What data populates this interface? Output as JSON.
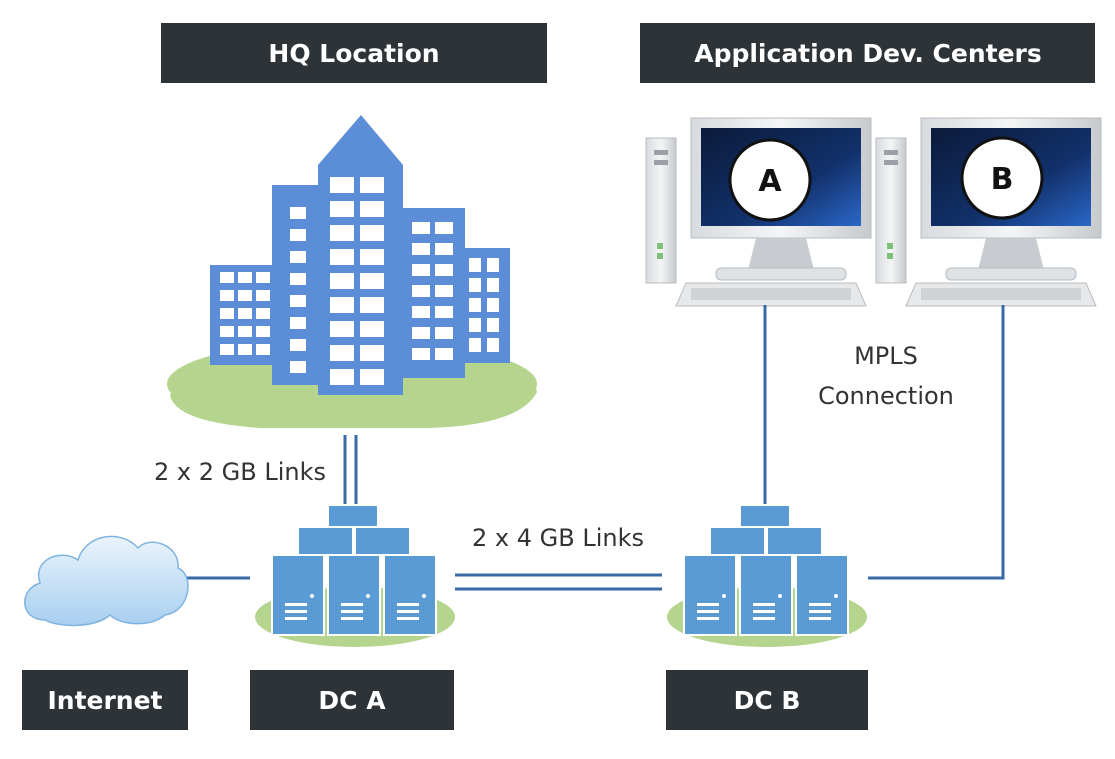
{
  "labels": {
    "hq": "HQ Location",
    "adc": "Application Dev. Centers",
    "internet": "Internet",
    "dc_a": "DC A",
    "dc_b": "DC B"
  },
  "links": {
    "hq_to_dca": "2 x 2 GB Links",
    "dca_to_dcb": "2 x 4 GB Links",
    "mpls_line1": "MPLS",
    "mpls_line2": "Connection"
  },
  "workstations": {
    "a": "A",
    "b": "B"
  },
  "colors": {
    "label_bg": "#2e3337",
    "building": "#5b8ed6",
    "server": "#5b9bd5",
    "ground": "#b5d48e",
    "cloud": "#cde4f7",
    "link": "#3a6aa5"
  }
}
